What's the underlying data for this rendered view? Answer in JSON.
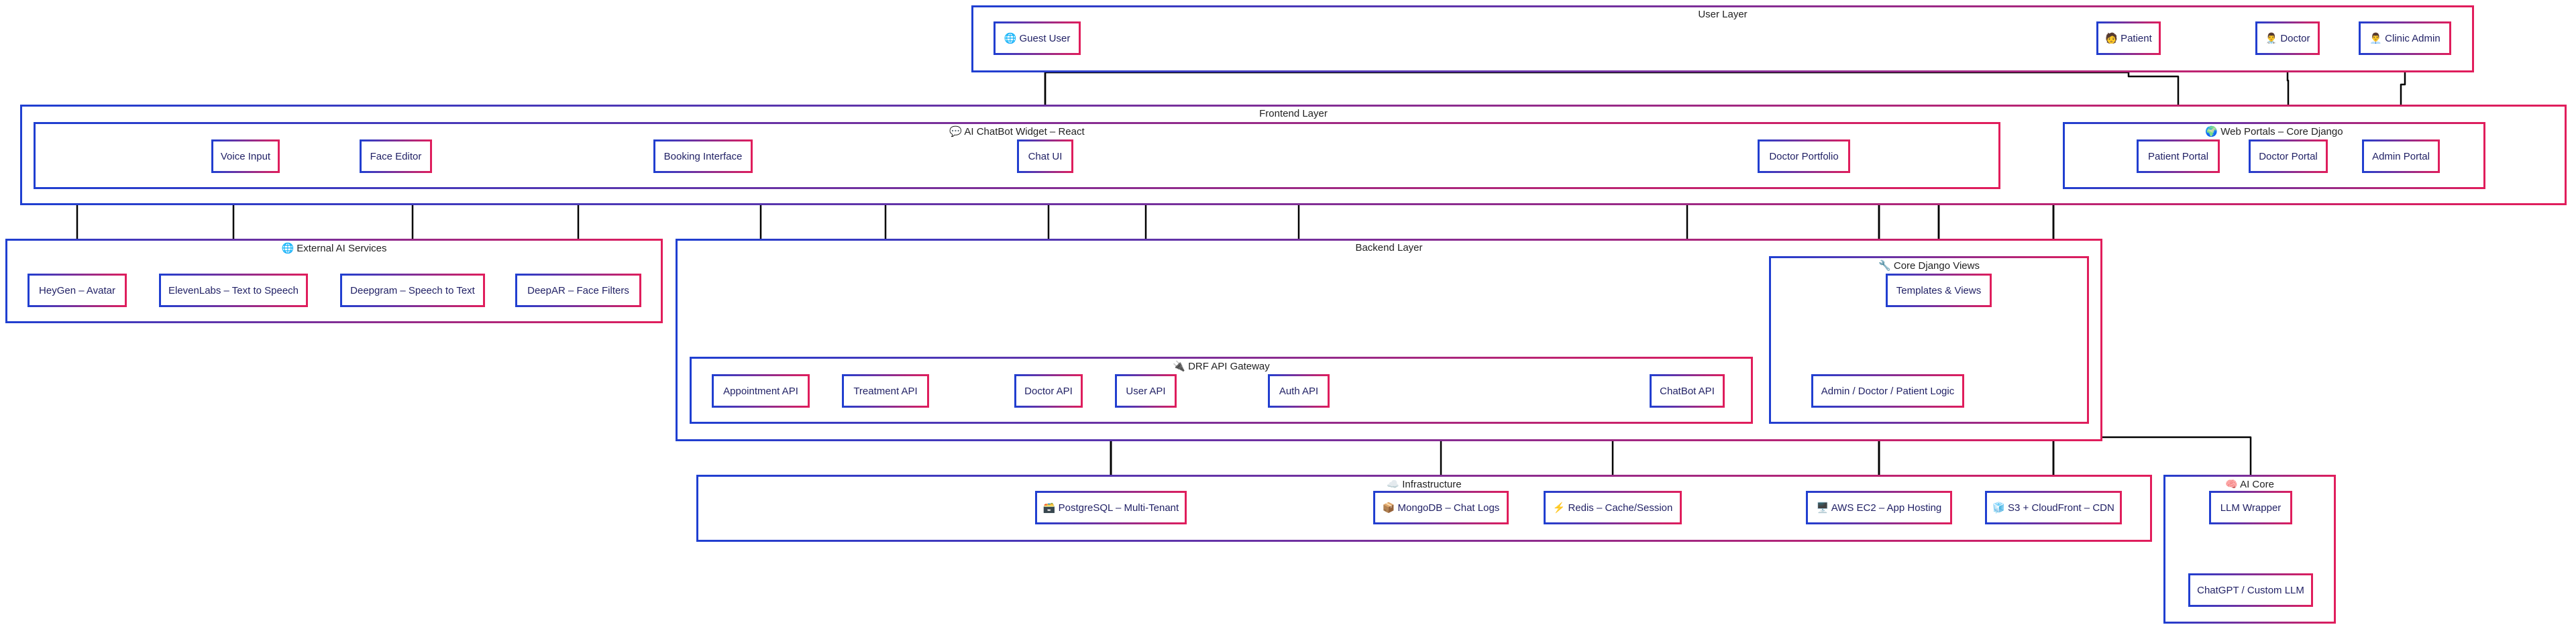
{
  "colors": {
    "border_start": "#1f3fd1",
    "border_end": "#e11d5b",
    "edge": "#000000",
    "background": "#ffffff",
    "text": "#222222"
  },
  "clusters": {
    "user_layer": "User Layer",
    "frontend_layer": "Frontend Layer",
    "chatbot_widget": "💬 AI ChatBot Widget – React",
    "web_portals": "🌍 Web Portals – Core Django",
    "external_ai": "🌐 External AI Services",
    "backend_layer": "Backend Layer",
    "core_views": "🔧 Core Django Views",
    "drf_gateway": "🔌 DRF API Gateway",
    "infrastructure": "☁️ Infrastructure",
    "ai_core": "🧠 AI Core"
  },
  "nodes": {
    "guest_user": "🌐 Guest User",
    "patient": "🧑 Patient",
    "doctor": "👨‍⚕️ Doctor",
    "clinic_admin": "👨‍💼 Clinic Admin",
    "voice_input": "Voice Input",
    "face_editor": "Face Editor",
    "booking_interface": "Booking Interface",
    "chat_ui": "Chat UI",
    "doctor_portfolio": "Doctor Portfolio",
    "patient_portal": "Patient Portal",
    "doctor_portal": "Doctor Portal",
    "admin_portal": "Admin Portal",
    "heygen": "HeyGen – Avatar",
    "elevenlabs": "ElevenLabs – Text to Speech",
    "deepgram": "Deepgram – Speech to Text",
    "deepar": "DeepAR – Face Filters",
    "templates_views": "Templates & Views",
    "logic": "Admin / Doctor / Patient Logic",
    "appointment_api": "Appointment API",
    "treatment_api": "Treatment API",
    "doctor_api": "Doctor API",
    "user_api": "User API",
    "auth_api": "Auth API",
    "chatbot_api": "ChatBot API",
    "postgres": "🗃️ PostgreSQL – Multi-Tenant",
    "mongodb": "📦 MongoDB – Chat Logs",
    "redis": "⚡ Redis – Cache/Session",
    "ec2": "🖥️ AWS EC2 – App Hosting",
    "s3": "🧊 S3 + CloudFront – CDN",
    "llm_wrapper": "LLM Wrapper",
    "chatgpt": "ChatGPT / Custom LLM"
  },
  "edges": [
    [
      "guest_user",
      "chat_ui"
    ],
    [
      "patient",
      "chat_ui"
    ],
    [
      "patient",
      "patient_portal"
    ],
    [
      "doctor",
      "doctor_portal"
    ],
    [
      "clinic_admin",
      "admin_portal"
    ],
    [
      "chat_ui",
      "heygen"
    ],
    [
      "chat_ui",
      "elevenlabs"
    ],
    [
      "voice_input",
      "deepgram"
    ],
    [
      "face_editor",
      "deepar"
    ],
    [
      "booking_interface",
      "appointment_api"
    ],
    [
      "booking_interface",
      "treatment_api"
    ],
    [
      "doctor_portfolio",
      "doctor_api"
    ],
    [
      "chat_ui",
      "user_api"
    ],
    [
      "chat_ui",
      "auth_api"
    ],
    [
      "chat_ui",
      "chatbot_api"
    ],
    [
      "patient_portal",
      "templates_views"
    ],
    [
      "doctor_portal",
      "templates_views"
    ],
    [
      "admin_portal",
      "templates_views"
    ],
    [
      "templates_views",
      "logic"
    ],
    [
      "templates_views",
      "postgres"
    ],
    [
      "appointment_api",
      "postgres"
    ],
    [
      "treatment_api",
      "postgres"
    ],
    [
      "doctor_api",
      "postgres"
    ],
    [
      "user_api",
      "postgres"
    ],
    [
      "auth_api",
      "postgres"
    ],
    [
      "logic",
      "postgres"
    ],
    [
      "chatbot_api",
      "mongodb"
    ],
    [
      "chatbot_api",
      "redis"
    ],
    [
      "auth_api",
      "ec2"
    ],
    [
      "chatbot_api",
      "llm_wrapper"
    ],
    [
      "llm_wrapper",
      "chatgpt"
    ],
    [
      "patient_portal",
      "ec2"
    ],
    [
      "doctor_portal",
      "ec2"
    ],
    [
      "admin_portal",
      "ec2"
    ],
    [
      "patient_portal",
      "s3"
    ],
    [
      "doctor_portal",
      "s3"
    ],
    [
      "admin_portal",
      "s3"
    ],
    [
      "chatbot_api",
      "ec2"
    ],
    [
      "user_api",
      "ec2"
    ]
  ]
}
